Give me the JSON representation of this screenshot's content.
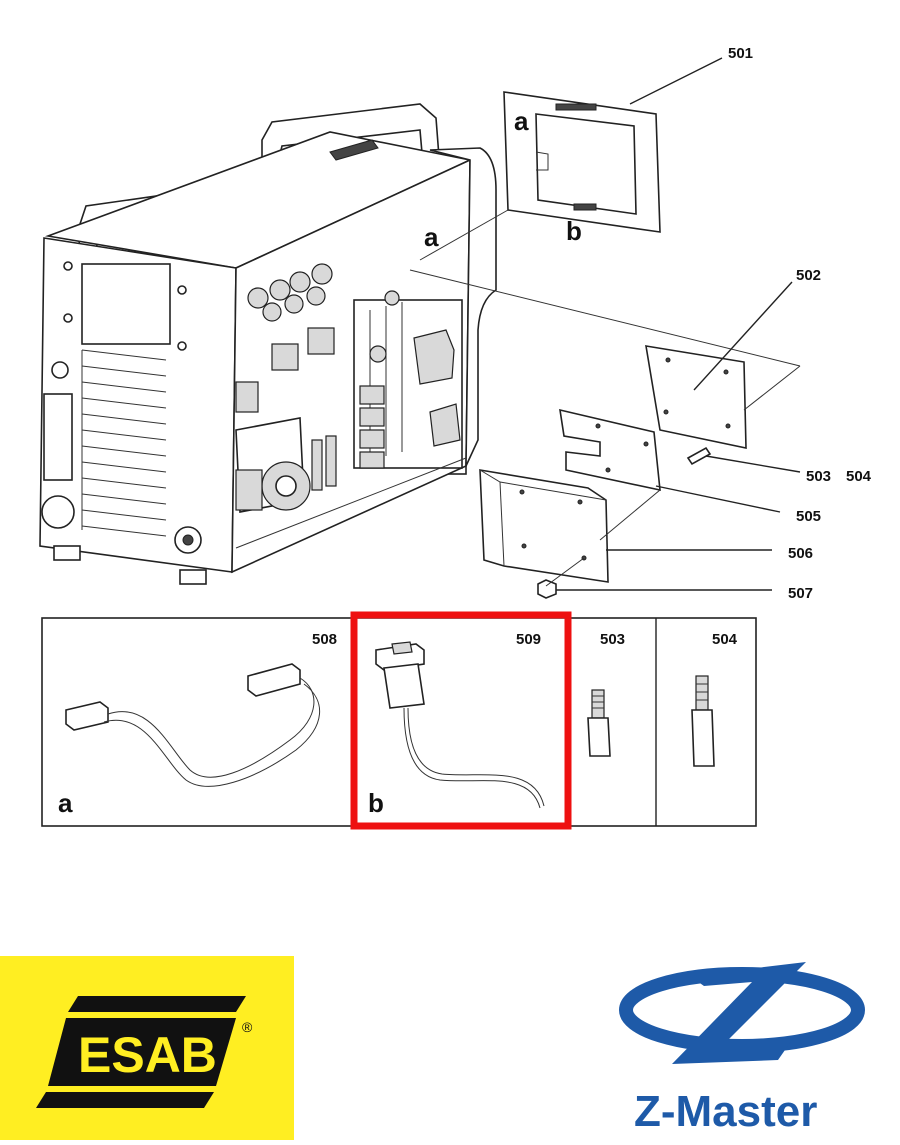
{
  "callouts": {
    "p501": "501",
    "p502": "502",
    "p503": "503",
    "p504": "504",
    "p505": "505",
    "p506": "506",
    "p507": "507"
  },
  "markers": {
    "a": "a",
    "b": "b"
  },
  "detail_panels": [
    {
      "number": "508",
      "letter": "a"
    },
    {
      "number": "509",
      "letter": "b",
      "highlighted": true
    },
    {
      "number": "503",
      "letter": ""
    },
    {
      "number": "504",
      "letter": ""
    }
  ],
  "colors": {
    "highlight": "#ee1111",
    "esab_yellow": "#ffee22",
    "esab_black": "#111111",
    "zmaster_blue": "#1e5aa8"
  },
  "logos": {
    "esab": {
      "text": "ESAB",
      "registered": "®"
    },
    "zmaster": {
      "text": "Z-Master"
    }
  }
}
